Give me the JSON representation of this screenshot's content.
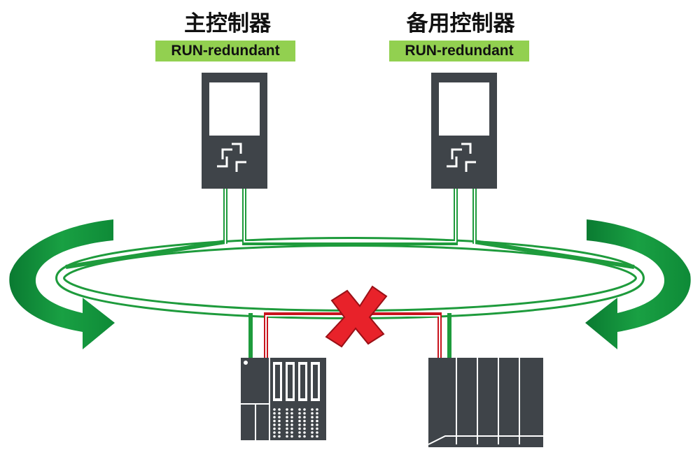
{
  "primary_controller": {
    "title": "主控制器",
    "status": "RUN-redundant"
  },
  "backup_controller": {
    "title": "备用控制器",
    "status": "RUN-redundant"
  },
  "colors": {
    "ring_green": "#1e9b3c",
    "arrow_green": "#0f8a3a",
    "broken_link_red": "#c8141e",
    "device_gray": "#3f4449",
    "status_badge_green": "#92d050"
  }
}
